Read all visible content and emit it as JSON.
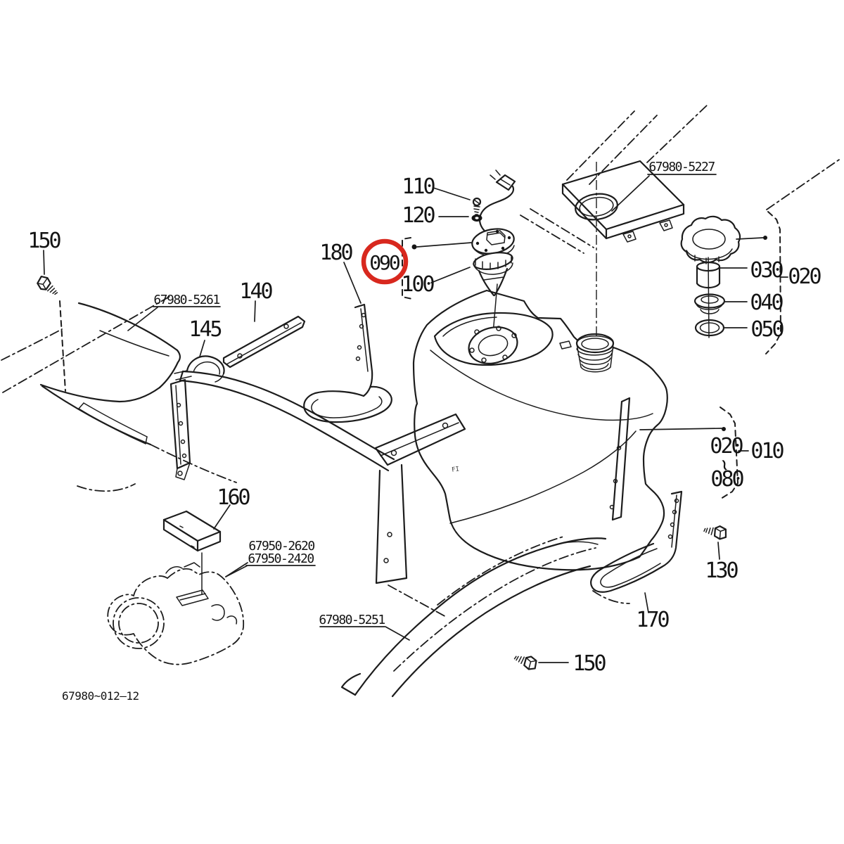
{
  "colors": {
    "line": "#1c1c1c",
    "highlight_red": "#d8281e",
    "background": "#ffffff"
  },
  "callouts": {
    "c110": "110",
    "c120": "120",
    "c090": "090",
    "c100": "100",
    "c180": "180",
    "c140": "140",
    "c145": "145",
    "c150_top": "150",
    "c150_bottom": "150",
    "c160": "160",
    "c170": "170",
    "c130": "130",
    "c030": "030",
    "c040": "040",
    "c050": "050",
    "c020_group": "020",
    "c020_range_start": "020",
    "c080": "080",
    "c010": "010",
    "range_tilde": "~"
  },
  "part_codes": {
    "plate_top_right": "67980-5227",
    "hood_panel": "67980-5261",
    "engine_upper": "67950-2620",
    "engine_lower": "67950-2420",
    "fender": "67980-5251"
  },
  "drawing_number": "67980~012—12",
  "tank_stamp": "FI"
}
